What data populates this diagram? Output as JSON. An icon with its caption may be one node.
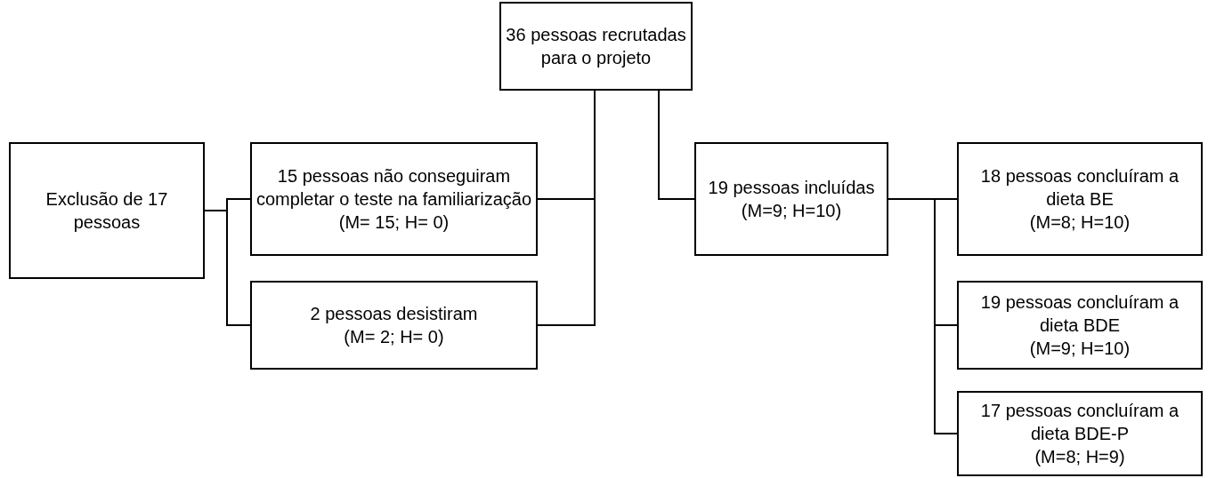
{
  "diagram": {
    "nodes": [
      {
        "text": [
          "36 pessoas recrutadas para o projeto"
        ]
      },
      {
        "text": [
          "Exclusão de 17 pessoas"
        ]
      },
      {
        "text": [
          "15 pessoas não conseguiram completar o teste na familiarização",
          "(M= 15; H= 0)"
        ]
      },
      {
        "text": [
          "2 pessoas desistiram",
          "(M= 2; H= 0)"
        ]
      },
      {
        "text": [
          "19 pessoas incluídas",
          "(M=9; H=10)"
        ]
      },
      {
        "text": [
          "18 pessoas concluíram a dieta BE",
          "(M=8; H=10)"
        ]
      },
      {
        "text": [
          "19 pessoas concluíram a dieta BDE",
          "(M=9; H=10)"
        ]
      },
      {
        "text": [
          "17 pessoas concluíram a dieta BDE-P",
          "(M=8; H=9)"
        ]
      }
    ],
    "edges": [
      {
        "from": 0,
        "to": 2,
        "arrow": "none"
      },
      {
        "from": 0,
        "to": 3,
        "arrow": "none"
      },
      {
        "from": 0,
        "to": 4,
        "arrow": "none"
      },
      {
        "from": 2,
        "to": 1,
        "arrow": "none"
      },
      {
        "from": 3,
        "to": 1,
        "arrow": "none"
      },
      {
        "from": 4,
        "to": 5,
        "arrow": "none"
      },
      {
        "from": 4,
        "to": 6,
        "arrow": "none"
      },
      {
        "from": 4,
        "to": 7,
        "arrow": "none"
      }
    ]
  }
}
